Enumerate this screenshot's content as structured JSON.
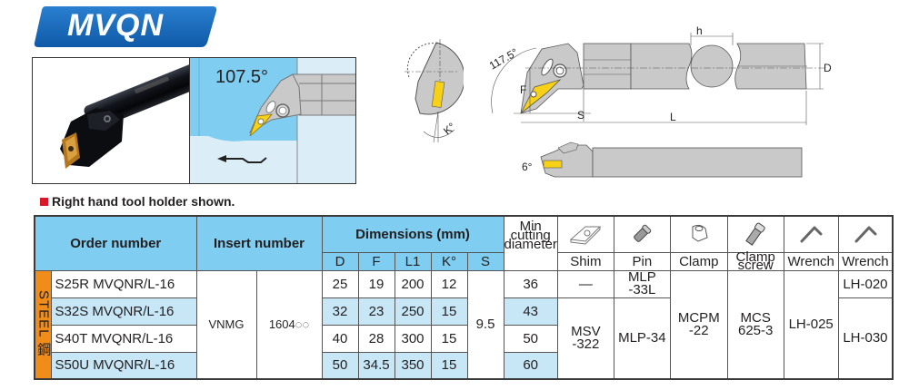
{
  "title": "MVQN",
  "schematic": {
    "approach_angle": "107.5°"
  },
  "drawing_labels": {
    "angle_main": "117.5°",
    "F": "F",
    "S": "S",
    "L": "L",
    "h": "h",
    "D": "D",
    "K": "K°",
    "angle_side": "6°"
  },
  "note": "Right hand tool holder shown.",
  "table": {
    "headers": {
      "order_number": "Order number",
      "insert_number": "Insert number",
      "dimensions": "Dimensions (mm)",
      "dim_cols": [
        "D",
        "F",
        "L1",
        "K°",
        "S"
      ],
      "min_cutting_diameter": "Min cutting diameter",
      "accessories": [
        {
          "label": "Shim",
          "icon": "shim-icon"
        },
        {
          "label": "Pin",
          "icon": "pin-icon"
        },
        {
          "label": "Clamp",
          "icon": "clamp-icon"
        },
        {
          "label": "Clamp screw",
          "icon": "clamp-screw-icon"
        },
        {
          "label": "Wrench",
          "icon": "wrench-icon"
        },
        {
          "label": "Wrench",
          "icon": "wrench-icon"
        }
      ]
    },
    "material": "STEEL 鋼",
    "insert_type": "VNMG",
    "insert_size": "1604◌◌",
    "s_value": "9.5",
    "rows": [
      {
        "order": "S25R MVQNR/L-16",
        "D": "25",
        "F": "19",
        "L1": "200",
        "K": "12",
        "min_dia": "36"
      },
      {
        "order": "S32S MVQNR/L-16",
        "D": "32",
        "F": "23",
        "L1": "250",
        "K": "15",
        "min_dia": "43"
      },
      {
        "order": "S40T MVQNR/L-16",
        "D": "40",
        "F": "28",
        "L1": "300",
        "K": "15",
        "min_dia": "50"
      },
      {
        "order": "S50U MVQNR/L-16",
        "D": "50",
        "F": "34.5",
        "L1": "350",
        "K": "15",
        "min_dia": "60"
      }
    ],
    "shim": {
      "row1": "—",
      "rows2to4": "MSV -322"
    },
    "pin": {
      "row1": "MLP -33L",
      "rows2to4": "MLP-34"
    },
    "clamp": "MCPM -22",
    "clamp_screw": "MCS 625-3",
    "wrench1": "LH-025",
    "wrench2": {
      "row1": "LH-020",
      "rows2to4": "LH-030"
    }
  },
  "colors": {
    "banner_blue": "#1565b7",
    "header_blue": "#7fcdf0",
    "row_blue": "#c7e6f6",
    "steel_orange": "#f08c1a",
    "insert_yellow": "#f7d117",
    "note_red": "#d7182a"
  }
}
